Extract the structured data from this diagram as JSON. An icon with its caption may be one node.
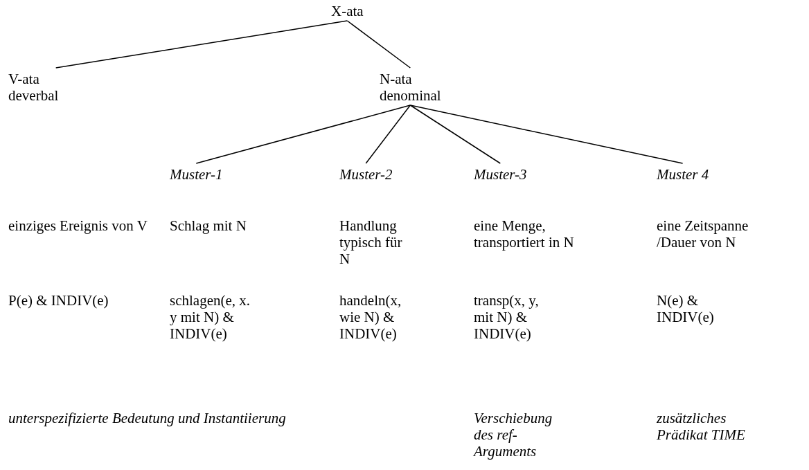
{
  "diagram": {
    "nodes": [
      {
        "text": [
          "X-ata"
        ]
      },
      {
        "text": [
          "V-ata",
          "deverbal"
        ]
      },
      {
        "text": [
          "N-ata",
          "denominal"
        ]
      },
      {
        "text": [
          "Muster-1"
        ]
      },
      {
        "text": [
          "Muster-2"
        ]
      },
      {
        "text": [
          "Muster-3"
        ]
      },
      {
        "text": [
          "Muster 4"
        ]
      }
    ],
    "edges": [
      {
        "from": 0,
        "to": 1,
        "arrow": "none"
      },
      {
        "from": 0,
        "to": 2,
        "arrow": "none"
      },
      {
        "from": 2,
        "to": 3,
        "arrow": "none"
      },
      {
        "from": 2,
        "to": 4,
        "arrow": "none"
      },
      {
        "from": 2,
        "to": 5,
        "arrow": "none"
      },
      {
        "from": 2,
        "to": 6,
        "arrow": "none"
      }
    ],
    "labels": [
      "einziges Ereignis von V",
      "Schlag mit N",
      "Handlung typisch für N",
      "eine Menge, transportiert in N",
      "eine Zeitspanne /Dauer von N",
      "P(e) & INDIV(e)",
      "schlagen(e, x. y mit N) & INDIV(e)",
      "handeln(x, wie N) & INDIV(e)",
      "transp(x, y, mit N) & INDIV(e)",
      "N(e) & INDIV(e)",
      "unterspezifizierte Bedeutung und Instantiierung",
      "Verschiebung des ref-Arguments",
      "zusätzliches Prädikat TIME"
    ]
  }
}
